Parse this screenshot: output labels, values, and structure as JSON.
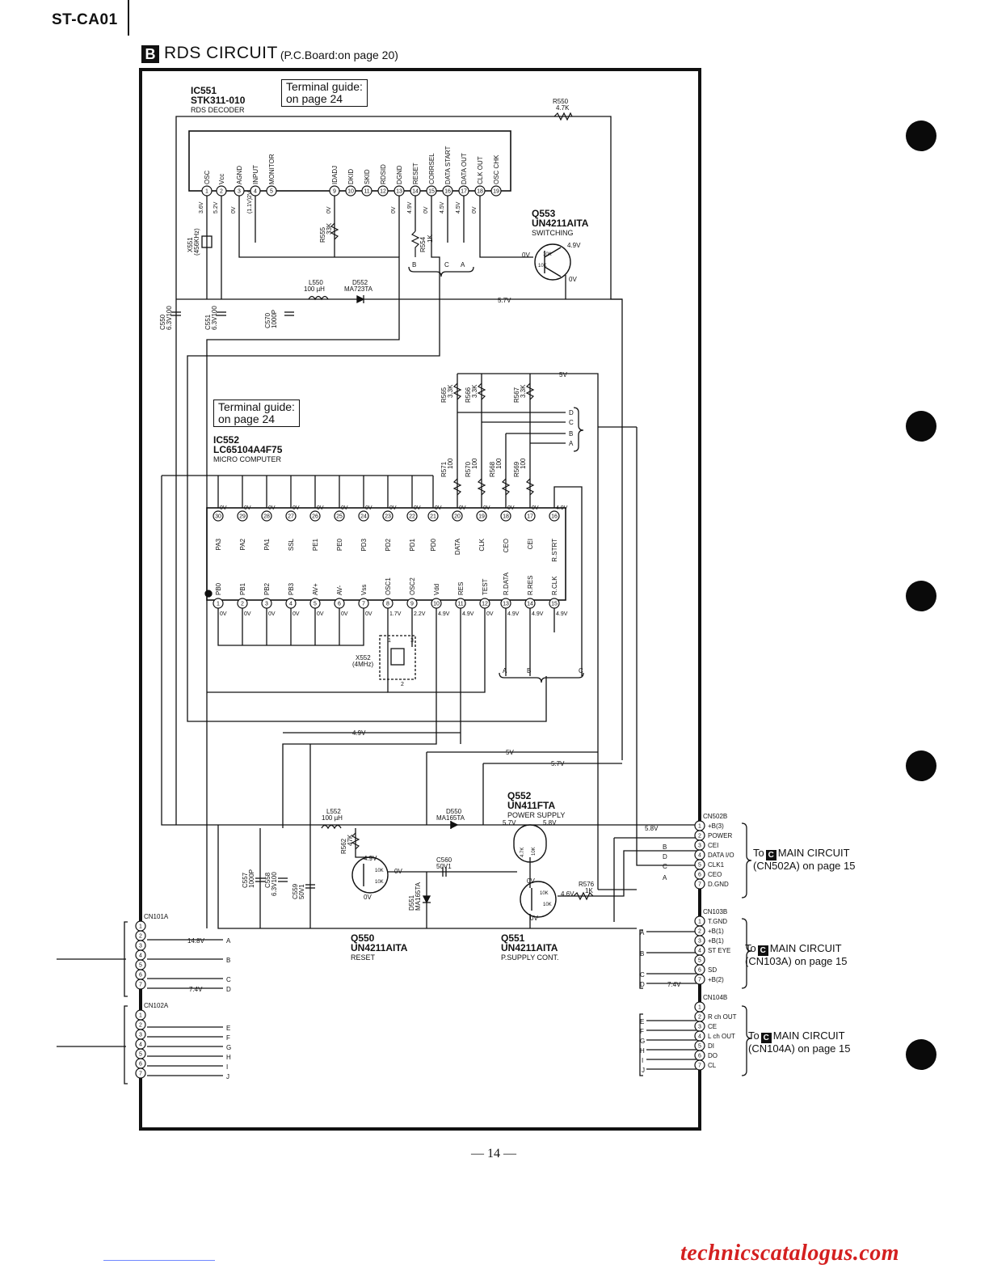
{
  "model": "ST-CA01",
  "section": {
    "badge": "B",
    "title": "RDS  CIRCUIT",
    "subtitle": "(P.C.Board:on page 20)"
  },
  "guides": [
    {
      "line1": "Terminal guide:",
      "line2": "on page 24"
    },
    {
      "line1": "Terminal guide:",
      "line2": "on page 24"
    }
  ],
  "ic551": {
    "ref": "IC551",
    "part": "STK311-010",
    "role": "RDS DECODER",
    "pins": [
      {
        "n": "1",
        "name": "OSC",
        "v": "3.6V"
      },
      {
        "n": "2",
        "name": "Vcc",
        "v": "5.2V"
      },
      {
        "n": "3",
        "name": "AGND",
        "v": "0V"
      },
      {
        "n": "4",
        "name": "INPUT",
        "v": "(1.1V)2V"
      },
      {
        "n": "5",
        "name": "MONITOR",
        "v": ""
      },
      {
        "n": "9",
        "name": "IDADJ",
        "v": "0V"
      },
      {
        "n": "10",
        "name": "DKID",
        "v": ""
      },
      {
        "n": "11",
        "name": "SKID",
        "v": ""
      },
      {
        "n": "12",
        "name": "RDSID",
        "v": ""
      },
      {
        "n": "13",
        "name": "DGND",
        "v": "0V"
      },
      {
        "n": "14",
        "name": "RESET",
        "v": "4.9V"
      },
      {
        "n": "15",
        "name": "CORRSEL",
        "v": "0V"
      },
      {
        "n": "16",
        "name": "DATA START",
        "v": "4.5V"
      },
      {
        "n": "17",
        "name": "DATA OUT",
        "v": "4.5V"
      },
      {
        "n": "18",
        "name": "CLK OUT",
        "v": "0V"
      },
      {
        "n": "19",
        "name": "OSC CHK",
        "v": ""
      }
    ]
  },
  "ic552": {
    "ref": "IC552",
    "part": "LC65104A4F75",
    "role": "MICRO COMPUTER",
    "top_pins": [
      {
        "n": "30",
        "name": "PA3",
        "v": "0V"
      },
      {
        "n": "29",
        "name": "PA2",
        "v": "0V"
      },
      {
        "n": "28",
        "name": "PA1",
        "v": "0V"
      },
      {
        "n": "27",
        "name": "SSL",
        "v": "0V"
      },
      {
        "n": "26",
        "name": "PE1",
        "v": "0V"
      },
      {
        "n": "25",
        "name": "PE0",
        "v": "0V"
      },
      {
        "n": "24",
        "name": "PD3",
        "v": "0V"
      },
      {
        "n": "23",
        "name": "PD2",
        "v": "0V"
      },
      {
        "n": "22",
        "name": "PD1",
        "v": "0V"
      },
      {
        "n": "21",
        "name": "PD0",
        "v": "0V"
      },
      {
        "n": "20",
        "name": "DATA",
        "v": "0V"
      },
      {
        "n": "19",
        "name": "CLK",
        "v": "0V"
      },
      {
        "n": "18",
        "name": "CEO",
        "v": "0V"
      },
      {
        "n": "17",
        "name": "CEI",
        "v": "0V"
      },
      {
        "n": "16",
        "name": "R.STRT",
        "v": "4.9V"
      }
    ],
    "bottom_pins": [
      {
        "n": "1",
        "name": "PB0",
        "v": "0V"
      },
      {
        "n": "2",
        "name": "PB1",
        "v": "0V"
      },
      {
        "n": "3",
        "name": "PB2",
        "v": "0V"
      },
      {
        "n": "4",
        "name": "PB3",
        "v": "0V"
      },
      {
        "n": "5",
        "name": "AV+",
        "v": "0V"
      },
      {
        "n": "6",
        "name": "AV-",
        "v": "0V"
      },
      {
        "n": "7",
        "name": "Vss",
        "v": "0V"
      },
      {
        "n": "8",
        "name": "OSC1",
        "v": "1.7V"
      },
      {
        "n": "9",
        "name": "OSC2",
        "v": "2.2V"
      },
      {
        "n": "10",
        "name": "Vdd",
        "v": "4.9V"
      },
      {
        "n": "11",
        "name": "RES",
        "v": "4.9V"
      },
      {
        "n": "12",
        "name": "TEST",
        "v": "0V"
      },
      {
        "n": "13",
        "name": "R.DATA",
        "v": "4.9V"
      },
      {
        "n": "14",
        "name": "R.RES",
        "v": "4.9V"
      },
      {
        "n": "15",
        "name": "R.CLK",
        "v": "4.9V"
      }
    ]
  },
  "transistors": {
    "q553": {
      "ref": "Q553",
      "part": "UN4211AITA",
      "role": "SWITCHING"
    },
    "q552": {
      "ref": "Q552",
      "part": "UN411FTA",
      "role": "POWER SUPPLY"
    },
    "q550": {
      "ref": "Q550",
      "part": "UN4211AITA",
      "role": "RESET"
    },
    "q551": {
      "ref": "Q551",
      "part": "UN4211AITA",
      "role": "P.SUPPLY CONT."
    }
  },
  "parts": {
    "r550": "R550",
    "r550v": "4.7K",
    "r555": "R555",
    "r555v": "33K",
    "r554": "R554",
    "r554v": "1K",
    "r565": "R565",
    "r565v": "3.3K",
    "r566": "R566",
    "r566v": "3.3K",
    "r567": "R567",
    "r567v": "3.3K",
    "r571": "R571",
    "r571v": "100",
    "r570": "R570",
    "r570v": "100",
    "r568": "R568",
    "r568v": "100",
    "r569": "R569",
    "r569v": "100",
    "r562": "R562",
    "r562v": "47K",
    "r576": "R576",
    "r576v": "1K",
    "l550": "L550",
    "l550v": "100 µH",
    "l552": "L552",
    "l552v": "100 µH",
    "d552": "D552",
    "d552v": "MA723TA",
    "d550": "D550",
    "d550v": "MA165TA",
    "d551": "D551",
    "d551v": "MA165TA",
    "c550": "C550",
    "c550v": "6.3V100",
    "c551": "C551",
    "c551v": "6.3V100",
    "c570": "C570",
    "c570v": "1000P",
    "c557": "C557",
    "c557v": "1000P",
    "c558": "C558",
    "c558v": "6.3V100",
    "c559": "C559",
    "c559v": "50V1",
    "c560": "C560",
    "c560v": "50V1",
    "x551": "X551",
    "x551v": "(456KHz)",
    "x552": "X552",
    "x552v": "(4MHz)",
    "k10": "10K",
    "k47": "4.7K"
  },
  "rails": [
    "5.7V",
    "5V",
    "4.9V",
    "5.8V",
    "14.8V",
    "7.4V"
  ],
  "volts": [
    "4.9V",
    "0V",
    "5.7V",
    "5.8V",
    "4.6V",
    "1",
    "2",
    "3"
  ],
  "bus": [
    "A",
    "B",
    "C",
    "D",
    "E",
    "F",
    "G",
    "H",
    "I",
    "J"
  ],
  "connectors": {
    "cn502b": {
      "ref": "CN502B",
      "pins": [
        "+B(3)",
        "POWER",
        "CEI",
        "DATA I/O",
        "CLK1",
        "CEO",
        "D.GND"
      ],
      "dest_to": "To",
      "dest_circuit": "MAIN CIRCUIT",
      "dest_conn": "(CN502A) on page 15"
    },
    "cn103b": {
      "ref": "CN103B",
      "pins": [
        "T.GND",
        "+B(1)",
        "+B(1)",
        "ST EYE",
        "",
        "SD",
        "+B(2)"
      ],
      "dest_to": "To",
      "dest_circuit": "MAIN CIRCUIT",
      "dest_conn": "(CN103A) on page 15"
    },
    "cn104b": {
      "ref": "CN104B",
      "pins": [
        "",
        "R ch OUT",
        "CE",
        "L ch OUT",
        "DI",
        "DO",
        "CL"
      ],
      "dest_to": "To",
      "dest_circuit": "MAIN CIRCUIT",
      "dest_conn": "(CN104A) on page 15"
    },
    "cn101a": {
      "ref": "CN101A"
    },
    "cn102a": {
      "ref": "CN102A"
    }
  },
  "dest_chip": "C",
  "page_number": "— 14 —",
  "footer": "technicscatalogus.com"
}
